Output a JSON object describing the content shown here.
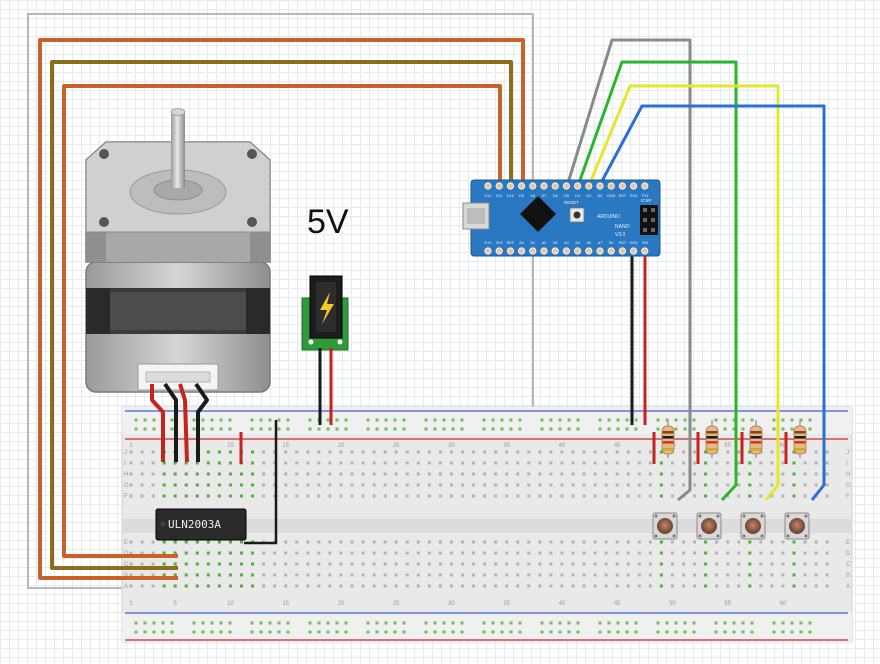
{
  "supply_label": "5V",
  "driver_chip_label": "ULN2003A",
  "arduino_board": {
    "top_pins": [
      "D12",
      "D11",
      "D10",
      "D9",
      "D8",
      "D7",
      "D6",
      "D5",
      "D4",
      "D3",
      "D2",
      "GND",
      "RST",
      "RX0",
      "TX1"
    ],
    "bottom_pins": [
      "D13",
      "3V3",
      "REF",
      "A0",
      "A1",
      "A2",
      "A3",
      "A4",
      "A5",
      "A6",
      "A7",
      "5V",
      "RST",
      "GND",
      "VIN"
    ],
    "brand_text": "ARDUINO",
    "model_text": "NANO",
    "version_text": "V3.0",
    "icsp_text": "ICSP",
    "reset_text": "RESET"
  },
  "breadboard": {
    "column_numbers": [
      "1",
      "5",
      "10",
      "15",
      "20",
      "25",
      "30",
      "35",
      "40",
      "45",
      "50",
      "55",
      "60"
    ],
    "row_letters_top": [
      "J",
      "I",
      "H",
      "G",
      "F"
    ],
    "row_letters_bottom": [
      "E",
      "D",
      "C",
      "B",
      "A"
    ]
  },
  "colors": {
    "wire_orange": "#c8622a",
    "wire_brown": "#8b6d1c",
    "wire_gray": "#8a8a8a",
    "wire_green": "#2bb52b",
    "wire_yellow": "#e6e62c",
    "wire_blue": "#2c6fd2",
    "wire_red": "#c4241d",
    "wire_black": "#1a1a1a",
    "arduino_blue": "#2a78c2",
    "power_jack_green": "#2e9a3a"
  }
}
